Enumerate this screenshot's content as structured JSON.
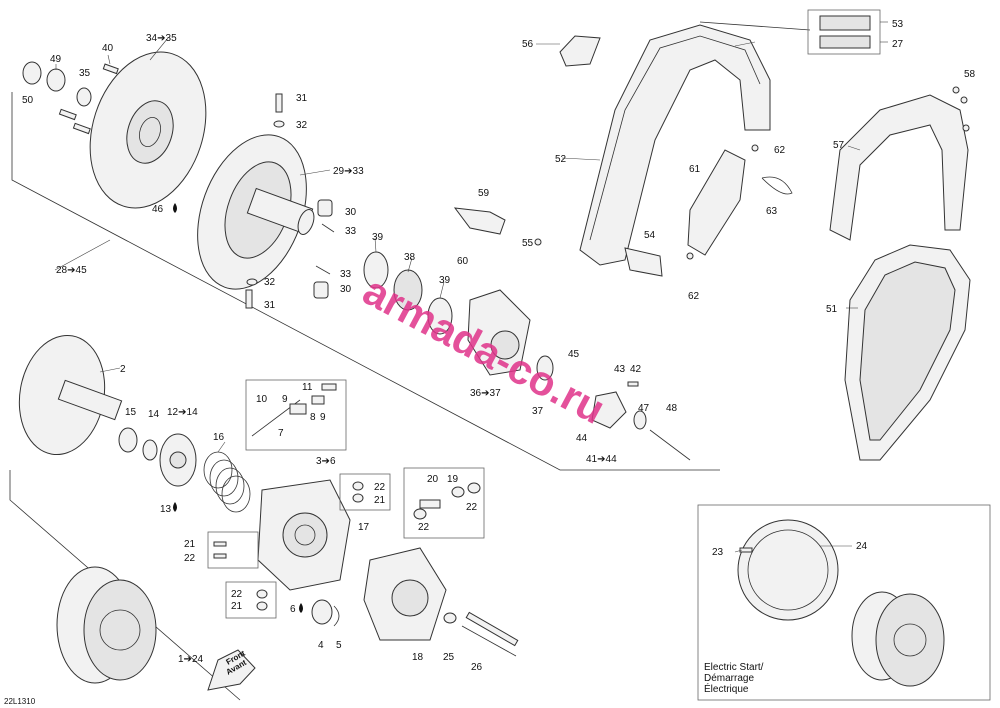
{
  "diagram_code": "22L1310",
  "watermark": "armada-co.ru",
  "electric_start": [
    "Electric Start/",
    "Démarrage",
    "Électrique"
  ],
  "front": [
    "Front",
    "Avant"
  ],
  "labels": {
    "l1": "1➔24",
    "l2": "2",
    "l3_6": "3➔6",
    "l4": "4",
    "l5": "5",
    "l6": "6",
    "l7": "7",
    "l8": "8",
    "l9a": "9",
    "l9b": "9",
    "l10": "10",
    "l11": "11",
    "l12_14": "12➔14",
    "l13": "13",
    "l14": "14",
    "l15": "15",
    "l16": "16",
    "l17": "17",
    "l18": "18",
    "l19": "19",
    "l20": "20",
    "l21a": "21",
    "l21b": "21",
    "l21c": "21",
    "l22a": "22",
    "l22b": "22",
    "l22c": "22",
    "l22d": "22",
    "l22e": "22",
    "l23": "23",
    "l24": "24",
    "l25": "25",
    "l26": "26",
    "l27": "27",
    "l28_45": "28➔45",
    "l29_33": "29➔33",
    "l30a": "30",
    "l30b": "30",
    "l31a": "31",
    "l31b": "31",
    "l32a": "32",
    "l32b": "32",
    "l33a": "33",
    "l33b": "33",
    "l34_35": "34➔35",
    "l35": "35",
    "l36_37": "36➔37",
    "l37": "37",
    "l38": "38",
    "l39a": "39",
    "l39b": "39",
    "l40": "40",
    "l41_44": "41➔44",
    "l42": "42",
    "l43": "43",
    "l44": "44",
    "l45": "45",
    "l46": "46",
    "l47": "47",
    "l48": "48",
    "l49": "49",
    "l50": "50",
    "l51": "51",
    "l52": "52",
    "l53": "53",
    "l54": "54",
    "l55": "55",
    "l56": "56",
    "l57": "57",
    "l58": "58",
    "l59": "59",
    "l60": "60",
    "l61": "61",
    "l62a": "62",
    "l62b": "62",
    "l63": "63"
  }
}
